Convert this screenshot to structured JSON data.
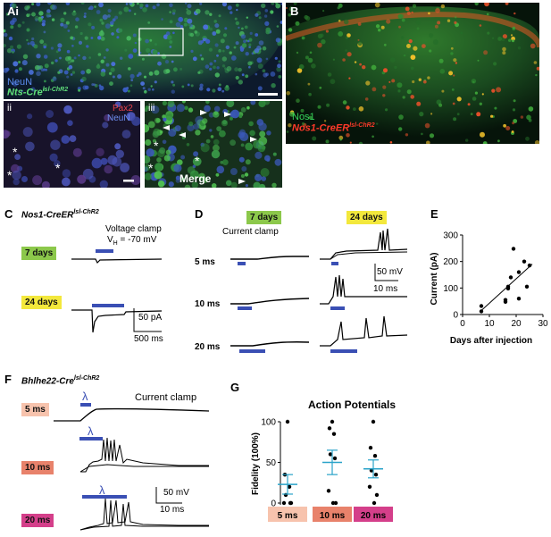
{
  "figure": {
    "panelA": {
      "label": "Ai",
      "legend_neun": "NeuN",
      "legend_nts": "Nts-Cre",
      "legend_nts_sup": "lsl-ChR2",
      "sub_ii": "ii",
      "ii_pax2": "Pax2",
      "ii_neun": "NeuN",
      "sub_iii": "iii",
      "iii_merge": "Merge"
    },
    "panelB": {
      "label": "B",
      "legend_nos1": "Nos1",
      "legend_cre": "Nos1-CreER",
      "legend_cre_sup": "lsl-ChR2"
    },
    "panelC": {
      "label": "C",
      "title": "Nos1-CreER",
      "title_sup": "lsl-ChR2",
      "tag_7": "7 days",
      "tag_24": "24 days",
      "mode": "Voltage clamp",
      "vh_prefix": "V",
      "vh_sub": "H",
      "vh_value": " = -70 mV",
      "scale_pa": "50 pA",
      "scale_ms": "500 ms"
    },
    "panelD": {
      "label": "D",
      "tag_7": "7 days",
      "tag_24": "24 days",
      "mode": "Current clamp",
      "row_5": "5 ms",
      "row_10": "10 ms",
      "row_20": "20 ms",
      "scale_mv": "50 mV",
      "scale_ms": "10 ms"
    },
    "panelE": {
      "label": "E",
      "ylabel": "Current (pA)",
      "xlabel": "Days after injection"
    },
    "panelF": {
      "label": "F",
      "title": "Bhlhe22-Cre",
      "title_sup": "lsl-ChR2",
      "mode": "Current clamp",
      "lambda": "λ",
      "tag_5": "5 ms",
      "tag_10": "10 ms",
      "tag_20": "20 ms",
      "scale_mv": "50 mV",
      "scale_ms": "10 ms"
    },
    "panelG": {
      "label": "G",
      "title": "Action Potentials",
      "ylabel": "Fidelity (100%)"
    },
    "colors": {
      "green_tag": "#8cc84b",
      "yellow_tag": "#f3e83c",
      "stim_blue": "#3a4fb4",
      "tag_5ms": "#f7c3ad",
      "tag_10ms": "#e8826b",
      "tag_20ms": "#d43f8a",
      "error_bar": "#2aa3c9"
    }
  },
  "chart_data": [
    {
      "type": "scatter",
      "panel": "E",
      "xlabel": "Days after injection",
      "ylabel": "Current (pA)",
      "xlim": [
        0,
        30
      ],
      "ylim": [
        0,
        300
      ],
      "xticks": [
        0,
        10,
        20,
        30
      ],
      "yticks": [
        0,
        100,
        200,
        300
      ],
      "points": [
        [
          7,
          12
        ],
        [
          7,
          32
        ],
        [
          16,
          48
        ],
        [
          16,
          55
        ],
        [
          17,
          98
        ],
        [
          17,
          105
        ],
        [
          18,
          140
        ],
        [
          19,
          248
        ],
        [
          21,
          60
        ],
        [
          21,
          160
        ],
        [
          23,
          200
        ],
        [
          24,
          105
        ],
        [
          25,
          185
        ]
      ],
      "fit_line": [
        [
          7,
          15
        ],
        [
          26,
          190
        ]
      ]
    },
    {
      "type": "scatter",
      "panel": "G",
      "title": "Action Potentials",
      "ylabel": "Fidelity (100%)",
      "categories": [
        "5 ms",
        "10 ms",
        "20 ms"
      ],
      "ylim": [
        0,
        100
      ],
      "yticks": [
        0,
        50,
        100
      ],
      "points": [
        [
          100,
          35,
          20,
          10,
          0,
          0,
          0
        ],
        [
          100,
          92,
          85,
          60,
          55,
          15,
          0,
          0
        ],
        [
          100,
          68,
          58,
          40,
          35,
          20,
          10,
          0
        ]
      ],
      "mean": [
        23,
        50,
        42
      ],
      "sem": [
        12,
        15,
        11
      ]
    }
  ]
}
